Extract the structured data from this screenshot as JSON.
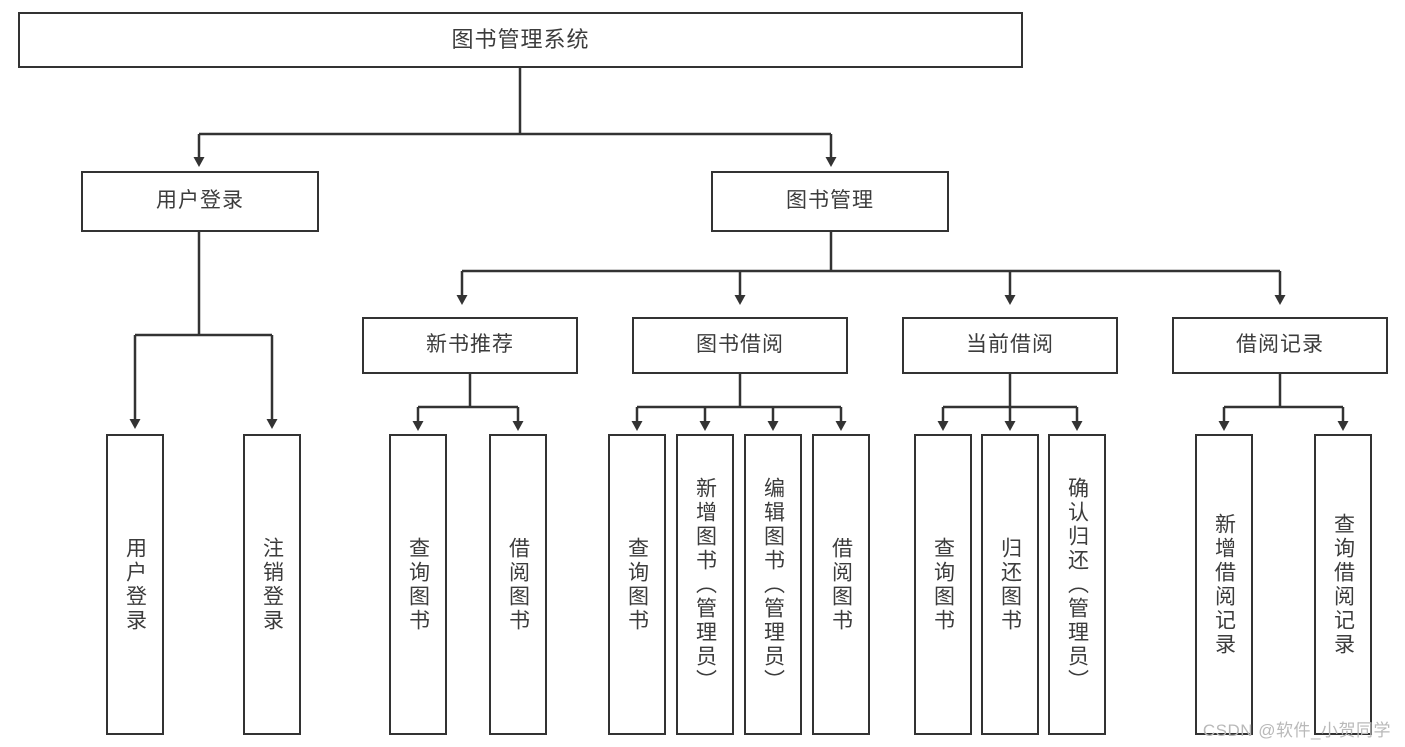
{
  "diagram": {
    "title": "图书管理系统",
    "type": "tree",
    "background_color": "#ffffff",
    "line_color": "#333333",
    "text_color": "#3c3c3c",
    "nodes": {
      "root": {
        "label": "图书管理系统"
      },
      "level1": [
        {
          "label": "用户登录"
        },
        {
          "label": "图书管理"
        }
      ],
      "level2": [
        {
          "label": "新书推荐"
        },
        {
          "label": "图书借阅"
        },
        {
          "label": "当前借阅"
        },
        {
          "label": "借阅记录"
        }
      ],
      "leaves_user_login": [
        {
          "label": "用户登录"
        },
        {
          "label": "注销登录"
        }
      ],
      "leaves_new_book": [
        {
          "label": "查询图书"
        },
        {
          "label": "借阅图书"
        }
      ],
      "leaves_borrow": [
        {
          "label": "查询图书"
        },
        {
          "label": "新增图书（管理员）"
        },
        {
          "label": "编辑图书（管理员）"
        },
        {
          "label": "借阅图书"
        }
      ],
      "leaves_current": [
        {
          "label": "查询图书"
        },
        {
          "label": "归还图书"
        },
        {
          "label": "确认归还（管理员）"
        }
      ],
      "leaves_records": [
        {
          "label": "新增借阅记录"
        },
        {
          "label": "查询借阅记录"
        }
      ]
    }
  },
  "watermark": {
    "text": "CSDN @软件_小贺同学"
  }
}
